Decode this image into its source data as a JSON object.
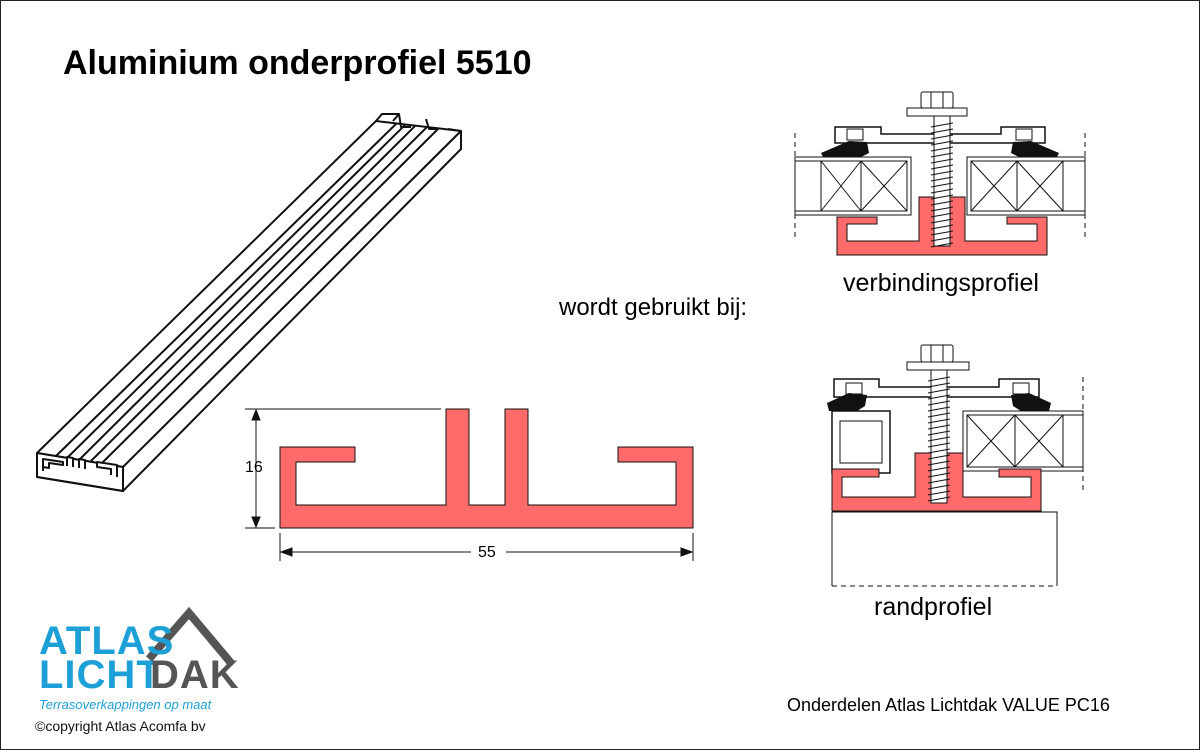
{
  "title": "Aluminium onderprofiel 5510",
  "used_with_label": "wordt gebruikt bij:",
  "applications": [
    {
      "name": "verbindingsprofiel"
    },
    {
      "name": "randprofiel"
    }
  ],
  "dimensions": {
    "height": "16",
    "width": "55"
  },
  "footer": "Onderdelen Atlas Lichtdak VALUE PC16",
  "logo": {
    "line1": "ATLAS",
    "line2_part1": "LICHT",
    "line2_part2": "DAK",
    "tagline": "Terrasoverkappingen op maat",
    "copyright": "©copyright Atlas Acomfa bv"
  },
  "colors": {
    "profile_fill": "#ff6b6b",
    "outline": "#000000",
    "logo_blue": "#1d9fd8",
    "logo_grey": "#555555"
  }
}
